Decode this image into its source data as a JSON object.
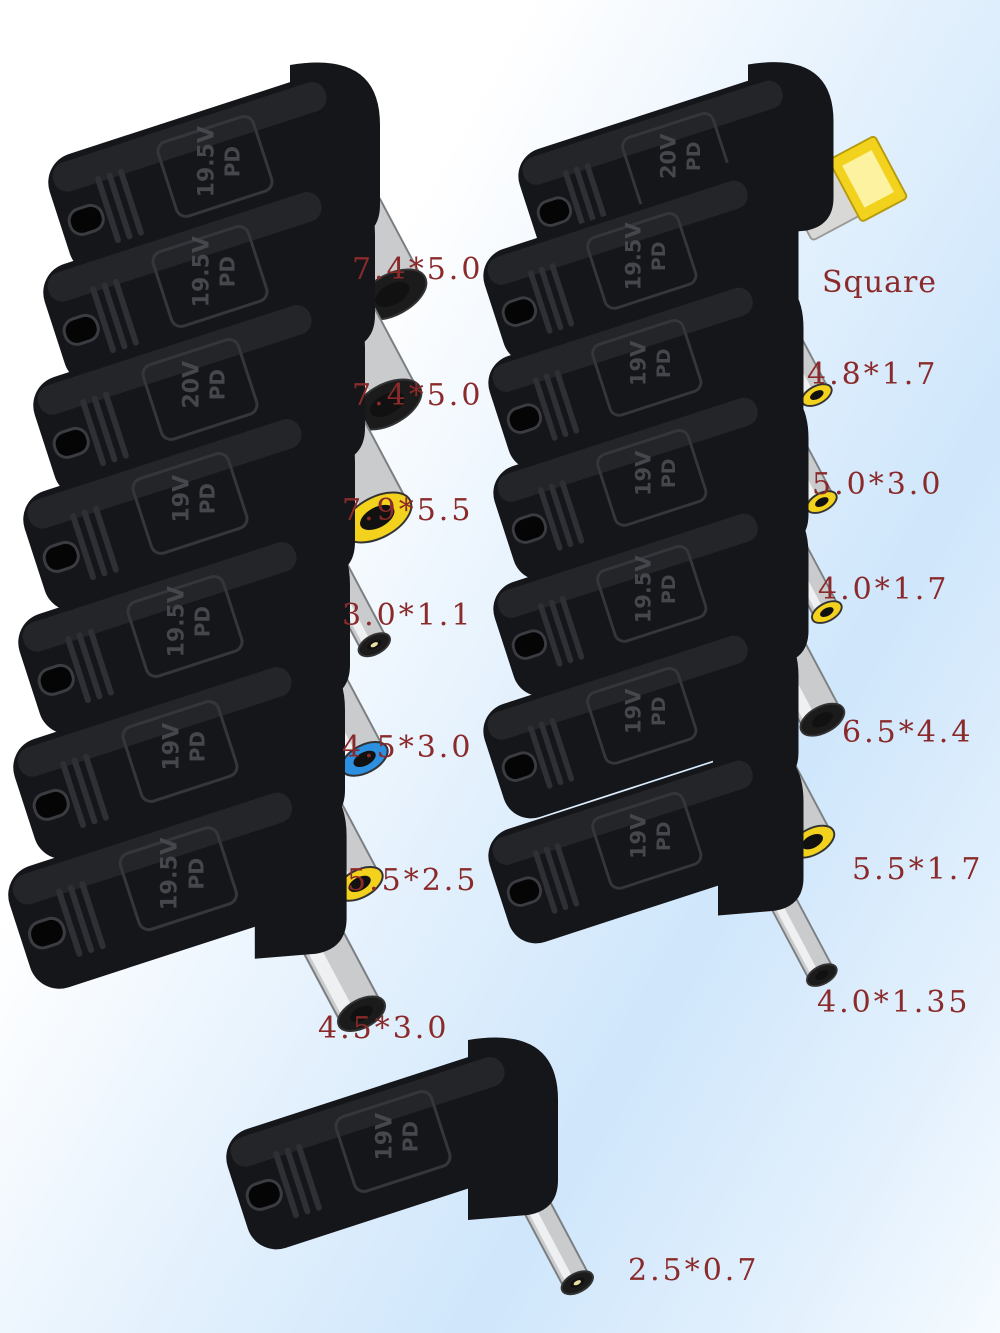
{
  "labels": {
    "l1": "7.4*5.0",
    "l2": "7.4*5.0",
    "l3": "7.9*5.5",
    "l4": "3.0*1.1",
    "l5": "4.5*3.0",
    "l6": "5.5*2.5",
    "l7": "4.5*3.0",
    "r0": "Square",
    "r1": "4.8*1.7",
    "r2": "5.0*3.0",
    "r3": "4.0*1.7",
    "r4": "6.5*4.4",
    "r5": "5.5*1.7",
    "r6": "4.0*1.35",
    "b1": "2.5*0.7"
  },
  "adapters": [
    {
      "id": "l1",
      "mark": "19.5V",
      "sub": "PD",
      "tip": "steel-wide"
    },
    {
      "id": "l2",
      "mark": "19.5V",
      "sub": "PD",
      "tip": "steel-wide"
    },
    {
      "id": "l3",
      "mark": "20V",
      "sub": "PD",
      "tip": "yellow-wide"
    },
    {
      "id": "l4",
      "mark": "19V",
      "sub": "PD",
      "tip": "pin-thin"
    },
    {
      "id": "l5",
      "mark": "19.5V",
      "sub": "PD",
      "tip": "blue"
    },
    {
      "id": "l6",
      "mark": "19V",
      "sub": "PD",
      "tip": "yellow"
    },
    {
      "id": "l7",
      "mark": "19.5V",
      "sub": "PD",
      "tip": "steel"
    },
    {
      "id": "r0",
      "mark": "20V",
      "sub": "PD",
      "tip": "square-yellow"
    },
    {
      "id": "r1",
      "mark": "19.5V",
      "sub": "PD",
      "tip": "yellow-thin"
    },
    {
      "id": "r2",
      "mark": "19V",
      "sub": "PD",
      "tip": "yellow-thin"
    },
    {
      "id": "r3",
      "mark": "19V",
      "sub": "PD",
      "tip": "yellow-thin"
    },
    {
      "id": "r4",
      "mark": "19.5V",
      "sub": "PD",
      "tip": "steel"
    },
    {
      "id": "r5",
      "mark": "19V",
      "sub": "PD",
      "tip": "yellow"
    },
    {
      "id": "r6",
      "mark": "19V",
      "sub": "PD",
      "tip": "steel-thin"
    },
    {
      "id": "b1",
      "mark": "19V",
      "sub": "PD",
      "tip": "pin-thin"
    }
  ],
  "colors": {
    "body": "#15161a",
    "label": "#8a2a2a",
    "yellow": "#f2d21c",
    "blue": "#2d8fe0",
    "steel": "#c9cbcd"
  }
}
